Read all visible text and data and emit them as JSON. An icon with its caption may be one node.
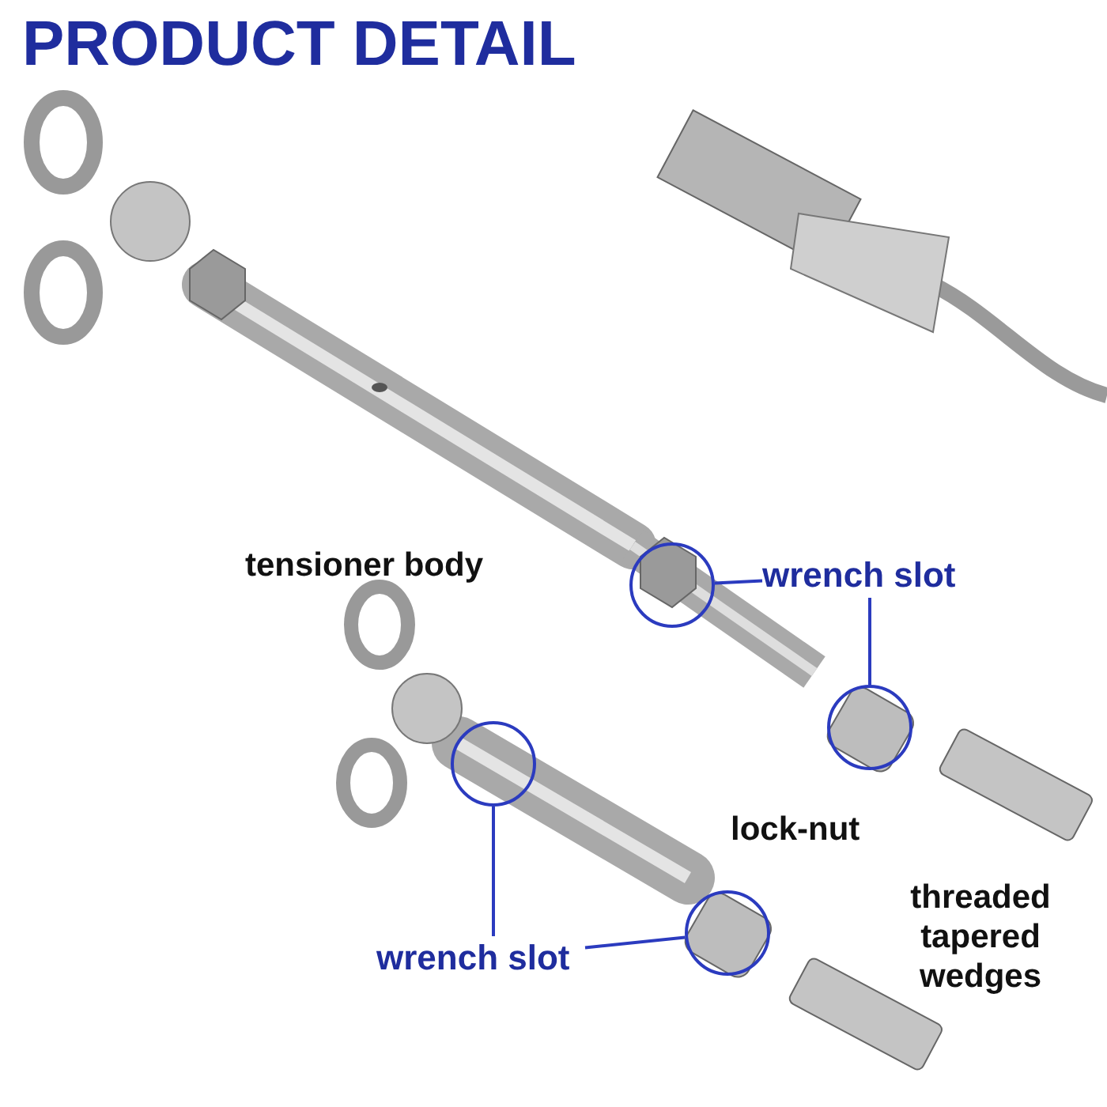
{
  "diagram": {
    "title": "PRODUCT DETAIL",
    "nodes": [
      {
        "text": [
          "wrench slot"
        ]
      },
      {
        "text": [],
        "shape": "circle"
      },
      {
        "text": [],
        "shape": "circle"
      },
      {
        "text": [
          "wrench slot"
        ]
      },
      {
        "text": [],
        "shape": "circle"
      },
      {
        "text": [],
        "shape": "circle"
      }
    ],
    "edges": [
      {
        "from": 0,
        "to": 1,
        "arrow": "none"
      },
      {
        "from": 0,
        "to": 2,
        "arrow": "none"
      },
      {
        "from": 3,
        "to": 4,
        "arrow": "none"
      },
      {
        "from": 3,
        "to": 5,
        "arrow": "none"
      }
    ],
    "labels": [
      "tensioner body",
      "lock-nut",
      "threaded tapered wedges"
    ]
  }
}
